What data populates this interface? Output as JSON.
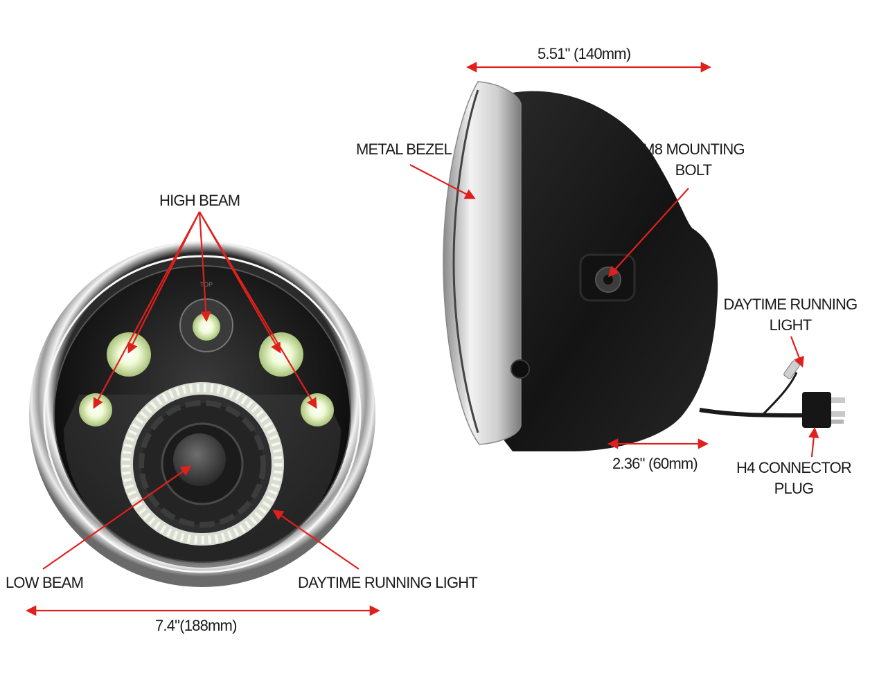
{
  "labels": {
    "width_top": "5.51\" (140mm)",
    "metal_bezel": "METAL BEZEL",
    "mounting_bolt_line1": "M8 MOUNTING",
    "mounting_bolt_line2": "BOLT",
    "high_beam": "HIGH BEAM",
    "drl_right_line1": "DAYTIME RUNNING",
    "drl_right_line2": "LIGHT",
    "depth": "2.36\" (60mm)",
    "h4_line1": "H4 CONNECTOR",
    "h4_line2": "PLUG",
    "low_beam": "LOW BEAM",
    "drl_front": "DAYTIME RUNNING LIGHT",
    "diameter": "7.4\"(188mm)",
    "top_mark": "TOP"
  },
  "colors": {
    "arrow": "#e0201c",
    "chrome": "#c9c9c9",
    "housing": "#1c1c1c",
    "led": "#e9f7c8"
  }
}
